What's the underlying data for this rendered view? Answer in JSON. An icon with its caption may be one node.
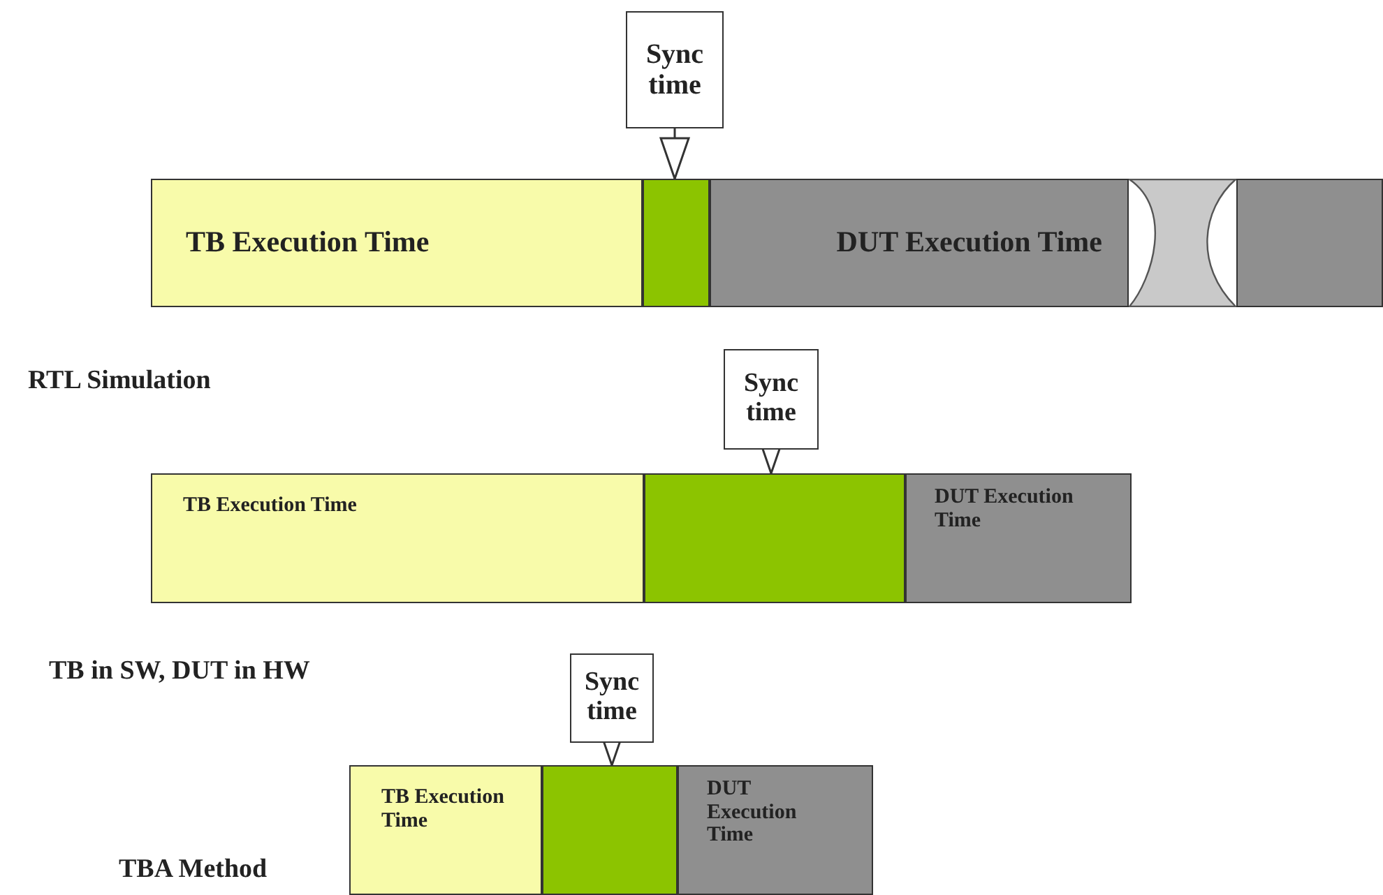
{
  "diagram": {
    "nodes": [
      {
        "text": [
          "Sync time"
        ]
      },
      {
        "text": [
          "TB Execution Time"
        ]
      },
      {
        "text": [],
        "shape": "bar"
      },
      {
        "text": [
          "DUT Execution Time"
        ]
      },
      {
        "text": [],
        "shape": "bar"
      },
      {
        "text": [],
        "shape": "bar"
      },
      {
        "text": [
          "Sync time"
        ]
      },
      {
        "text": [
          "TB Execution Time"
        ]
      },
      {
        "text": [],
        "shape": "bar"
      },
      {
        "text": [
          "DUT Execution Time"
        ]
      },
      {
        "text": [
          "Sync time"
        ]
      },
      {
        "text": [
          "TB Execution Time"
        ]
      },
      {
        "text": [],
        "shape": "bar"
      },
      {
        "text": [
          "DUT Execution Time"
        ]
      }
    ],
    "edges": [
      {
        "from": 0,
        "to": 2,
        "arrow": "to"
      },
      {
        "from": 6,
        "to": 8,
        "arrow": "to"
      },
      {
        "from": 10,
        "to": 12,
        "arrow": "to"
      }
    ],
    "labels": [
      "RTL Simulation",
      "TB in SW, DUT in HW",
      "TBA Method"
    ]
  }
}
